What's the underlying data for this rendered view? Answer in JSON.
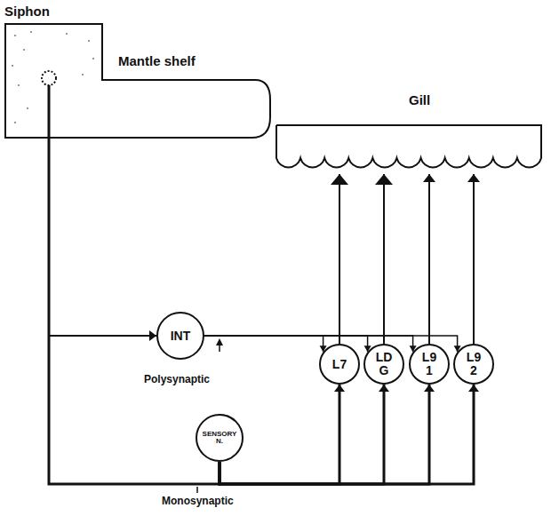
{
  "diagram": {
    "nodes": [
      {
        "text": [
          "Siphon",
          "Mantle shelf"
        ]
      },
      {
        "text": [
          "Gill"
        ]
      },
      {
        "text": [
          "INT"
        ]
      },
      {
        "text": [
          "L7"
        ]
      },
      {
        "text": [
          "LD G"
        ]
      },
      {
        "text": [
          "L9 1"
        ]
      },
      {
        "text": [
          "L9 2"
        ]
      },
      {
        "text": [
          "SENSORY N."
        ]
      }
    ],
    "edges": [
      {
        "from": 0,
        "to": 7,
        "arrow": "none"
      },
      {
        "from": 7,
        "to": 2,
        "arrow": "to"
      },
      {
        "from": 7,
        "to": 3,
        "arrow": "to"
      },
      {
        "from": 7,
        "to": 4,
        "arrow": "to"
      },
      {
        "from": 7,
        "to": 5,
        "arrow": "to"
      },
      {
        "from": 7,
        "to": 6,
        "arrow": "to"
      },
      {
        "from": 2,
        "to": 3,
        "arrow": "to"
      },
      {
        "from": 2,
        "to": 4,
        "arrow": "to"
      },
      {
        "from": 2,
        "to": 5,
        "arrow": "to"
      },
      {
        "from": 2,
        "to": 6,
        "arrow": "to"
      },
      {
        "from": 3,
        "to": 1,
        "arrow": "to"
      },
      {
        "from": 4,
        "to": 1,
        "arrow": "to"
      },
      {
        "from": 5,
        "to": 1,
        "arrow": "to"
      },
      {
        "from": 6,
        "to": 1,
        "arrow": "to"
      }
    ],
    "labels": [
      "Polysynaptic",
      "Monosynaptic"
    ]
  }
}
